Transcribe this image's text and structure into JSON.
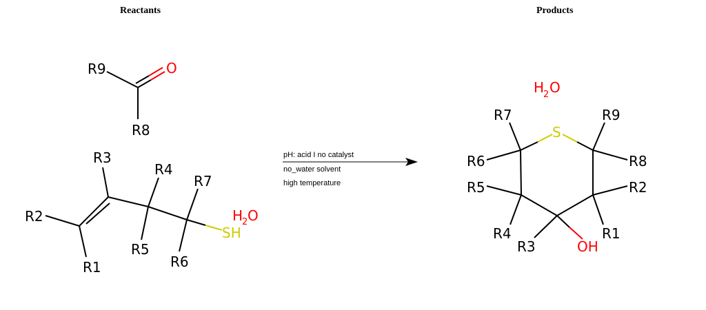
{
  "titles": {
    "reactants": "Reactants",
    "products": "Products"
  },
  "conditions": {
    "ph": "pH: acid I no catalyst",
    "solvent": "no_water solvent",
    "temperature": "high temperature"
  },
  "reactant_ketone": {
    "r9": "R9",
    "o": "O",
    "r8": "R8"
  },
  "reactant_thiol": {
    "r1": "R1",
    "r2": "R2",
    "r3": "R3",
    "r4": "R4",
    "r5": "R5",
    "r6": "R6",
    "r7": "R7",
    "sh": "SH",
    "h2o_h": "H",
    "h2o_sub": "2",
    "h2o_o": "O"
  },
  "product": {
    "h2o_h": "H",
    "h2o_sub": "2",
    "h2o_o": "O",
    "s": "S",
    "r1": "R1",
    "r2": "R2",
    "r3": "R3",
    "r4": "R4",
    "r5": "R5",
    "r6": "R6",
    "r7": "R7",
    "r8": "R8",
    "r9": "R9",
    "oh": "OH"
  },
  "colors": {
    "oxygen": "#ff0000",
    "sulfur": "#cccc00",
    "bond": "#000000"
  }
}
